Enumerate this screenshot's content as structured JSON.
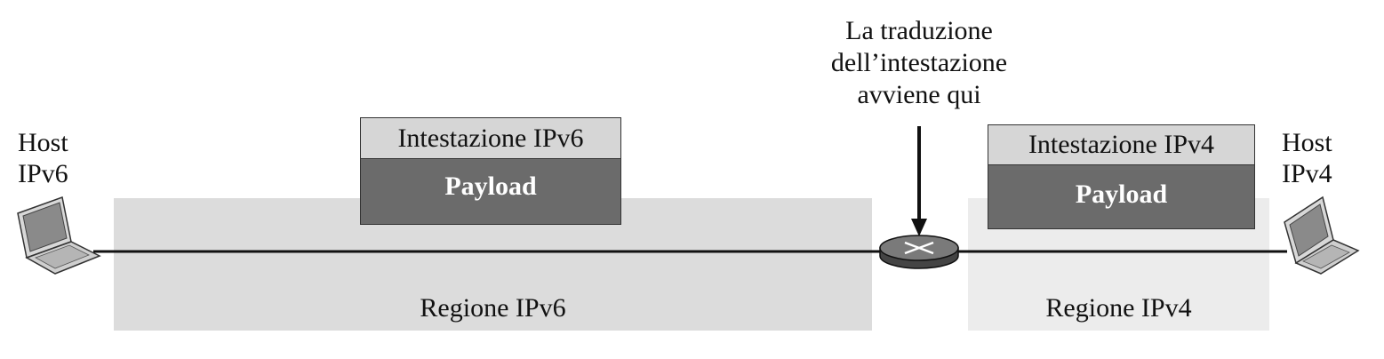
{
  "hosts": {
    "ipv6": {
      "line1": "Host",
      "line2": "IPv6"
    },
    "ipv4": {
      "line1": "Host",
      "line2": "IPv4"
    }
  },
  "regions": {
    "ipv6": {
      "label": "Regione IPv6"
    },
    "ipv4": {
      "label": "Regione IPv4"
    }
  },
  "packets": {
    "ipv6": {
      "header": "Intestazione IPv6",
      "payload": "Payload"
    },
    "ipv4": {
      "header": "Intestazione IPv4",
      "payload": "Payload"
    }
  },
  "translation_note": {
    "line1": "La traduzione",
    "line2": "dell’intestazione",
    "line3": "avviene qui"
  },
  "colors": {
    "region_ipv6": "#dcdcdc",
    "region_ipv4": "#ececec",
    "header_fill": "#d6d6d6",
    "payload_fill": "#6b6b6b"
  },
  "icons": [
    "laptop-icon",
    "router-icon",
    "arrow-down-icon"
  ]
}
